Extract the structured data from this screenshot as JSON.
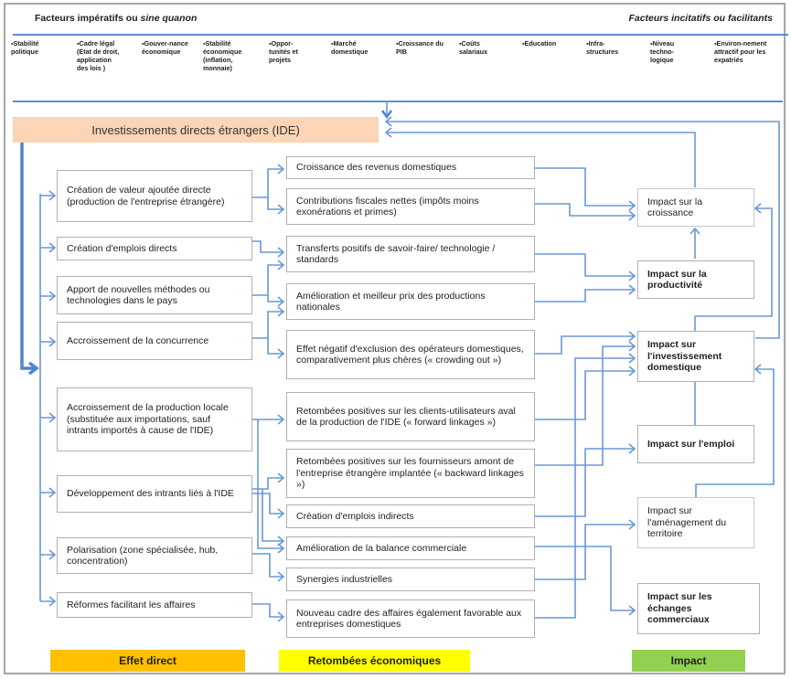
{
  "header": {
    "left_title_prefix": "Facteurs impératifs ou ",
    "left_title_italic": "sine quanon",
    "right_title_prefix": "Facteurs incitatifs ou ",
    "right_title_italic": "facilitants"
  },
  "factors": [
    "▪Stabilité politique",
    "▪Cadre légal (Etat de droit, application des lois )",
    "▪Gouver-nance économique",
    "▪Stabilité économique (inflation, monnaie)",
    "▪Oppor-tunités et projets",
    "▪Marché domestique",
    "▪Croissance du PIB",
    "▪Coûts salariaux",
    "▪Education",
    "▪Infra-structures",
    "▪Niveau techno-logique",
    "▪Environ-nement attractif pour les expatriés"
  ],
  "ide_label": "Investissements directs étrangers (IDE)",
  "direct_effects": [
    "Création de valeur ajoutée directe (production de l'entreprise étrangère)",
    "Création d'emplois directs",
    "Apport de nouvelles méthodes ou technologies dans le pays",
    "Accroissement de la concurrence",
    "Accroissement de la production locale (substituée aux importations, sauf intrants importés à cause de l'IDE)",
    "Développement des intrants liés à l'IDE",
    "Polarisation (zone spécialisée, hub, concentration)",
    "Réformes facilitant les affaires"
  ],
  "spillovers": [
    "Croissance des revenus domestiques",
    "Contributions fiscales nettes (impôts moins exonérations et primes)",
    "Transferts positifs de savoir-faire/ technologie / standards",
    "Amélioration et meilleur prix des productions nationales",
    "Effet négatif d'exclusion des opérateurs domestiques, comparativement plus chères (« crowding out »)",
    "Retombées positives sur les clients-utilisateurs aval de la production de l'IDE (« forward linkages »)",
    "Retombées positives sur les fournisseurs amont de l'entreprise étrangère implantée (« backward linkages »)",
    "Création d'emplois indirects",
    "Amélioration de la balance commerciale",
    "Synergies industrielles",
    "Nouveau cadre des affaires également favorable aux entreprises domestiques"
  ],
  "impacts": [
    "Impact sur la croissance",
    "Impact sur la productivité",
    "Impact sur l'investissement domestique",
    "Impact sur l'emploi",
    "Impact sur l'aménagement du territoire",
    "Impact sur les échanges commerciaux"
  ],
  "legend": {
    "direct": "Effet direct",
    "spillover": "Retombées économiques",
    "impact": "Impact"
  },
  "colors": {
    "ide_fill": "#fbd5b5",
    "connector": "#6a98d6",
    "legend_direct": "#ffc000",
    "legend_spillover": "#ffff00",
    "legend_impact": "#92d050"
  }
}
